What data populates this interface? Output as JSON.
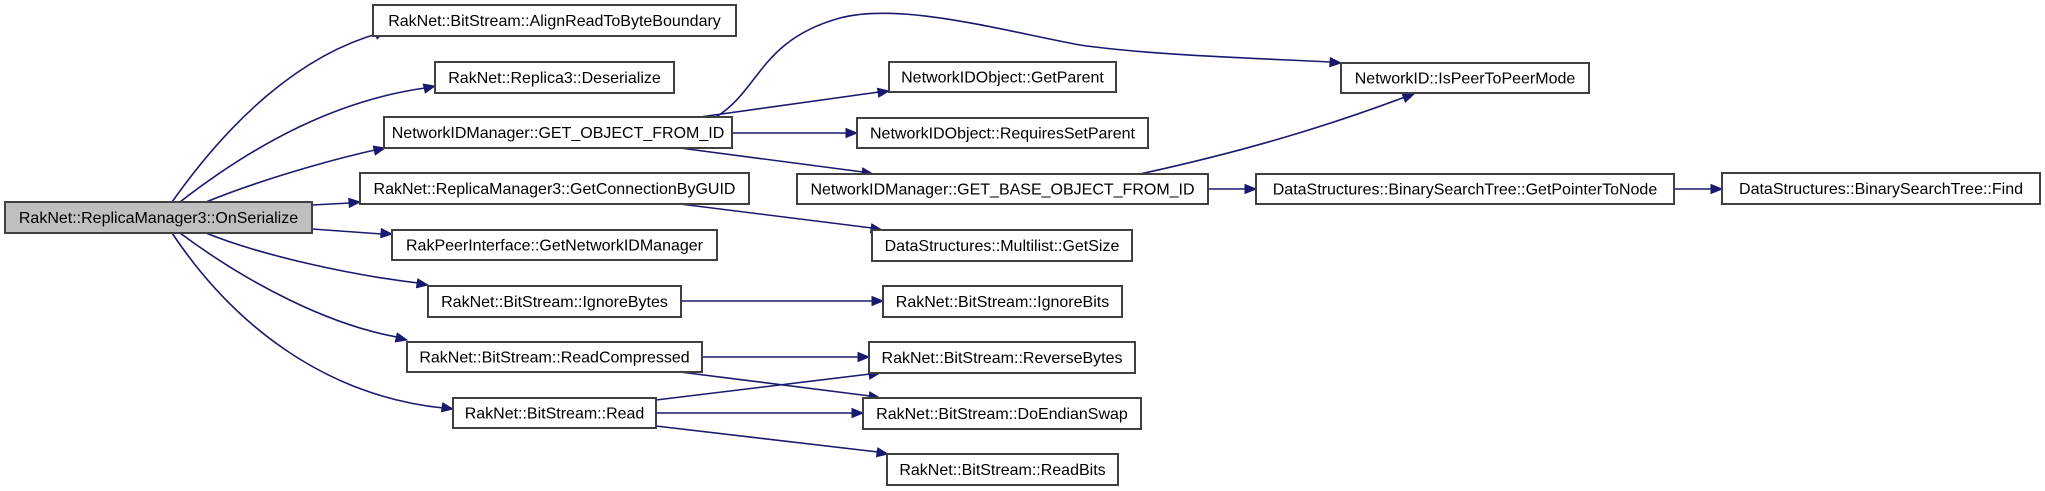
{
  "diagram": {
    "type": "call-graph",
    "edge_color": "#191970",
    "root_fill": "#bfbfbf",
    "nodes": [
      {
        "id": "root",
        "label": "RakNet::ReplicaManager3::OnSerialize",
        "root": true
      },
      {
        "id": "align",
        "label": "RakNet::BitStream::AlignReadToByteBoundary"
      },
      {
        "id": "deser",
        "label": "RakNet::Replica3::Deserialize"
      },
      {
        "id": "getobj",
        "label": "NetworkIDManager::GET_OBJECT_FROM_ID"
      },
      {
        "id": "getconn",
        "label": "RakNet::ReplicaManager3::GetConnectionByGUID"
      },
      {
        "id": "getnidm",
        "label": "RakPeerInterface::GetNetworkIDManager"
      },
      {
        "id": "ignbytes",
        "label": "RakNet::BitStream::IgnoreBytes"
      },
      {
        "id": "readcomp",
        "label": "RakNet::BitStream::ReadCompressed"
      },
      {
        "id": "read",
        "label": "RakNet::BitStream::Read"
      },
      {
        "id": "getparent",
        "label": "NetworkIDObject::GetParent"
      },
      {
        "id": "reqparent",
        "label": "NetworkIDObject::RequiresSetParent"
      },
      {
        "id": "getbase",
        "label": "NetworkIDManager::GET_BASE_OBJECT_FROM_ID"
      },
      {
        "id": "mlsize",
        "label": "DataStructures::Multilist::GetSize"
      },
      {
        "id": "ignbits",
        "label": "RakNet::BitStream::IgnoreBits"
      },
      {
        "id": "revbytes",
        "label": "RakNet::BitStream::ReverseBytes"
      },
      {
        "id": "endian",
        "label": "RakNet::BitStream::DoEndianSwap"
      },
      {
        "id": "readbits",
        "label": "RakNet::BitStream::ReadBits"
      },
      {
        "id": "p2p",
        "label": "NetworkID::IsPeerToPeerMode"
      },
      {
        "id": "getptr",
        "label": "DataStructures::BinarySearchTree::GetPointerToNode"
      },
      {
        "id": "find",
        "label": "DataStructures::BinarySearchTree::Find"
      }
    ],
    "edges": [
      {
        "from": "root",
        "to": "align"
      },
      {
        "from": "root",
        "to": "deser"
      },
      {
        "from": "root",
        "to": "getobj"
      },
      {
        "from": "root",
        "to": "getconn"
      },
      {
        "from": "root",
        "to": "getnidm"
      },
      {
        "from": "root",
        "to": "ignbytes"
      },
      {
        "from": "root",
        "to": "readcomp"
      },
      {
        "from": "root",
        "to": "read"
      },
      {
        "from": "getobj",
        "to": "p2p"
      },
      {
        "from": "getobj",
        "to": "getparent"
      },
      {
        "from": "getobj",
        "to": "reqparent"
      },
      {
        "from": "getobj",
        "to": "getbase"
      },
      {
        "from": "getconn",
        "to": "mlsize"
      },
      {
        "from": "ignbytes",
        "to": "ignbits"
      },
      {
        "from": "readcomp",
        "to": "revbytes"
      },
      {
        "from": "readcomp",
        "to": "endian"
      },
      {
        "from": "read",
        "to": "revbytes"
      },
      {
        "from": "read",
        "to": "endian"
      },
      {
        "from": "read",
        "to": "readbits"
      },
      {
        "from": "getbase",
        "to": "p2p"
      },
      {
        "from": "getbase",
        "to": "getptr"
      },
      {
        "from": "getptr",
        "to": "find"
      }
    ]
  }
}
